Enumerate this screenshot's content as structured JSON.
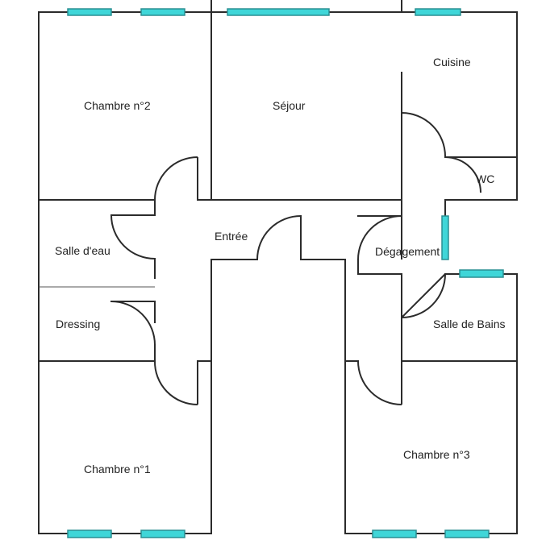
{
  "plan": {
    "window_color": "#3fd6d8",
    "wall_color": "#2b2b2b",
    "rooms": {
      "chambre2": "Chambre n°2",
      "sejour": "Séjour",
      "cuisine": "Cuisine",
      "wc": "WC",
      "salle_eau": "Salle d'eau",
      "entree": "Entrée",
      "degagement": "Dégagement",
      "dressing": "Dressing",
      "salle_bains": "Salle de Bains",
      "chambre1": "Chambre n°1",
      "chambre3": "Chambre n°3"
    }
  }
}
